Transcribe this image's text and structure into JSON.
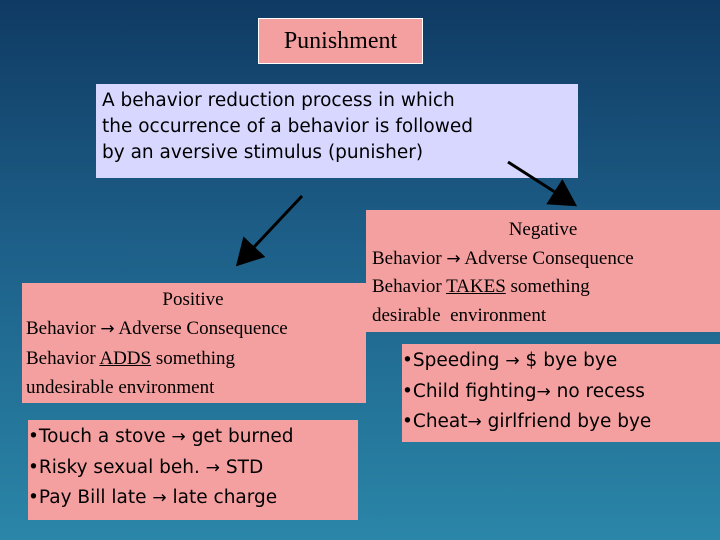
{
  "title": "Punishment",
  "definition": {
    "line1": "A behavior reduction process in which",
    "line2": "the occurrence of a behavior is followed",
    "line3": "by an aversive stimulus (punisher)"
  },
  "negative": {
    "heading": "Negative",
    "line1_a": "Behavior",
    "line1_b": "Adverse Consequence",
    "line2_a": "Behavior",
    "line2_u": "TAKES",
    "line2_b": "something",
    "line3": "desirable  environment",
    "examples": [
      {
        "a": "•Speeding",
        "b": "$ bye bye"
      },
      {
        "a": "•Child fighting",
        "b": "no recess"
      },
      {
        "a": "•Cheat",
        "b": "girlfriend bye bye"
      }
    ]
  },
  "positive": {
    "heading": "Positive",
    "line1_a": "Behavior",
    "line1_b": "Adverse Consequence",
    "line2_a": "Behavior",
    "line2_u": "ADDS",
    "line2_b": "something",
    "line3": "undesirable environment",
    "examples": [
      {
        "a": "•Touch a stove",
        "b": "get burned"
      },
      {
        "a": "•Risky sexual beh.",
        "b": "STD"
      },
      {
        "a": "•Pay Bill late",
        "b": "late charge"
      }
    ]
  },
  "arrow_glyph": "→",
  "colors": {
    "pink": "#f5a0a0",
    "lavender": "#d7d7ff",
    "bg_top": "#0f3a63",
    "bg_bottom": "#2a86a8"
  }
}
